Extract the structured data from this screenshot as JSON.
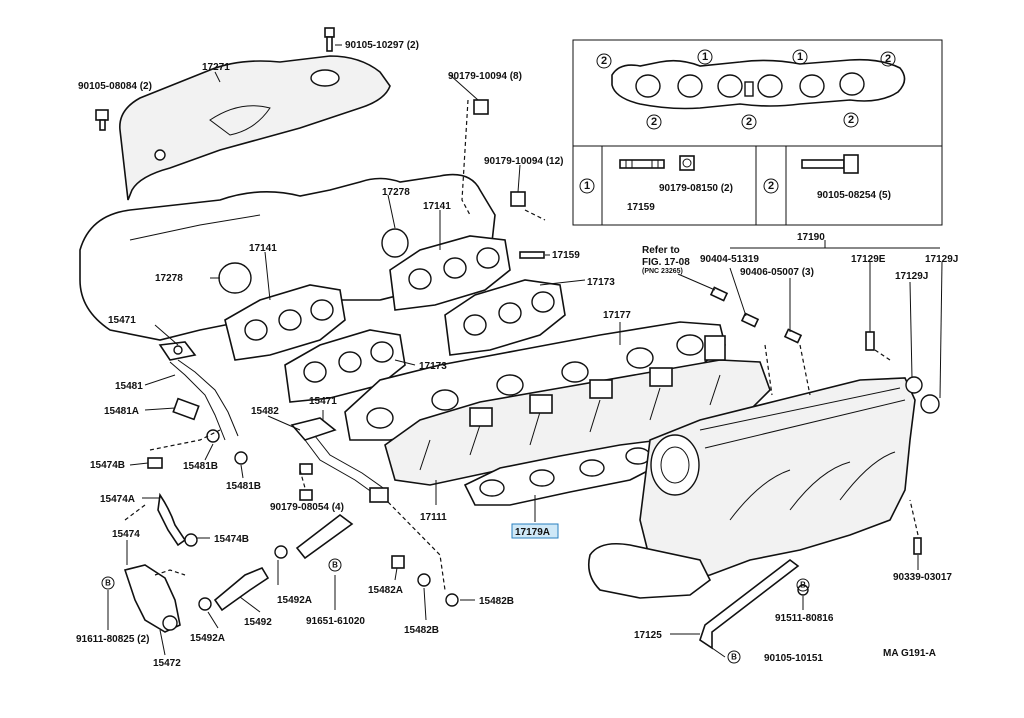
{
  "diagram_id": "MA G191-A",
  "highlighted_part": "17179A",
  "labels": {
    "l_90105_10297": "90105-10297 (2)",
    "l_17271": "17271",
    "l_90105_08084": "90105-08084 (2)",
    "l_90179_10094_8": "90179-10094 (8)",
    "l_90179_10094_12": "90179-10094 (12)",
    "l_17278_a": "17278",
    "l_17141_a": "17141",
    "l_17141_b": "17141",
    "l_17278_b": "17278",
    "l_17159_a": "17159",
    "l_17173_a": "17173",
    "l_17173_b": "17173",
    "l_17177": "17177",
    "l_15471_a": "15471",
    "l_15471_b": "15471",
    "l_15481": "15481",
    "l_15481A": "15481A",
    "l_15482": "15482",
    "l_15474B_a": "15474B",
    "l_15481B_a": "15481B",
    "l_15481B_b": "15481B",
    "l_15474A": "15474A",
    "l_90179_08054": "90179-08054 (4)",
    "l_17111": "17111",
    "l_17179A": "17179A",
    "l_15474": "15474",
    "l_15474B_b": "15474B",
    "l_15492A_a": "15492A",
    "l_15492A_b": "15492A",
    "l_15492": "15492",
    "l_91651_61020": "91651-61020",
    "l_15482A": "15482A",
    "l_15482B_a": "15482B",
    "l_15482B_b": "15482B",
    "l_91611_80825": "91611-80825 (2)",
    "l_15472": "15472",
    "l_refer_1": "Refer to",
    "l_refer_2": "FIG. 17-08",
    "l_refer_3": "(PNC 23265)",
    "l_90404_51319": "90404-51319",
    "l_90406_05007": "90406-05007 (3)",
    "l_17190": "17190",
    "l_17129E": "17129E",
    "l_17129J_a": "17129J",
    "l_17129J_b": "17129J",
    "l_90339_03017": "90339-03017",
    "l_91511_80816": "91511-80816",
    "l_17125": "17125",
    "l_90105_10151": "90105-10151",
    "l_inset_17159": "17159",
    "l_inset_90179_08150": "90179-08150 (2)",
    "l_inset_90105_08254": "90105-08254 (5)",
    "l_ma_g191": "MA G191-A"
  },
  "markers": {
    "circle_1": "1",
    "circle_2": "2",
    "circle_B": "B"
  }
}
